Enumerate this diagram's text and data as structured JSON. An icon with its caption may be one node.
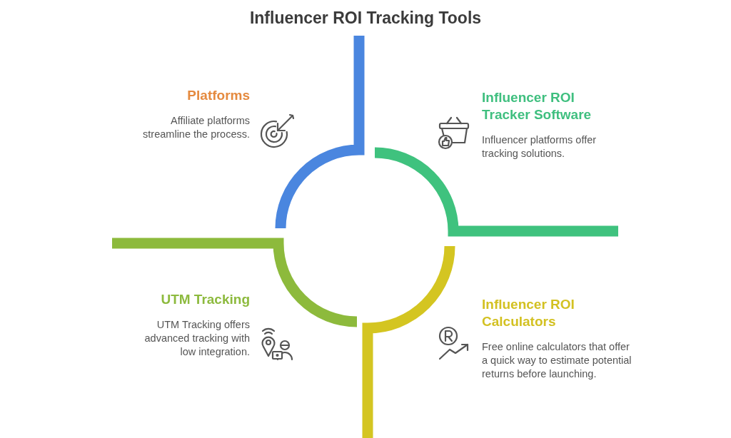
{
  "diagram": {
    "title": "Influencer ROI Tracking Tools",
    "nodes": [
      {
        "text": [
          "Platforms",
          "Affiliate platforms streamline the process."
        ]
      },
      {
        "text": [
          "Influencer ROI Tracker Software",
          "Influencer platforms offer tracking solutions."
        ]
      },
      {
        "text": [
          "UTM Tracking",
          "UTM Tracking offers advanced tracking with low integration."
        ]
      },
      {
        "text": [
          "Influencer ROI Calculators",
          "Free online calculators that offer a quick way to estimate potential returns before launching."
        ]
      }
    ]
  }
}
